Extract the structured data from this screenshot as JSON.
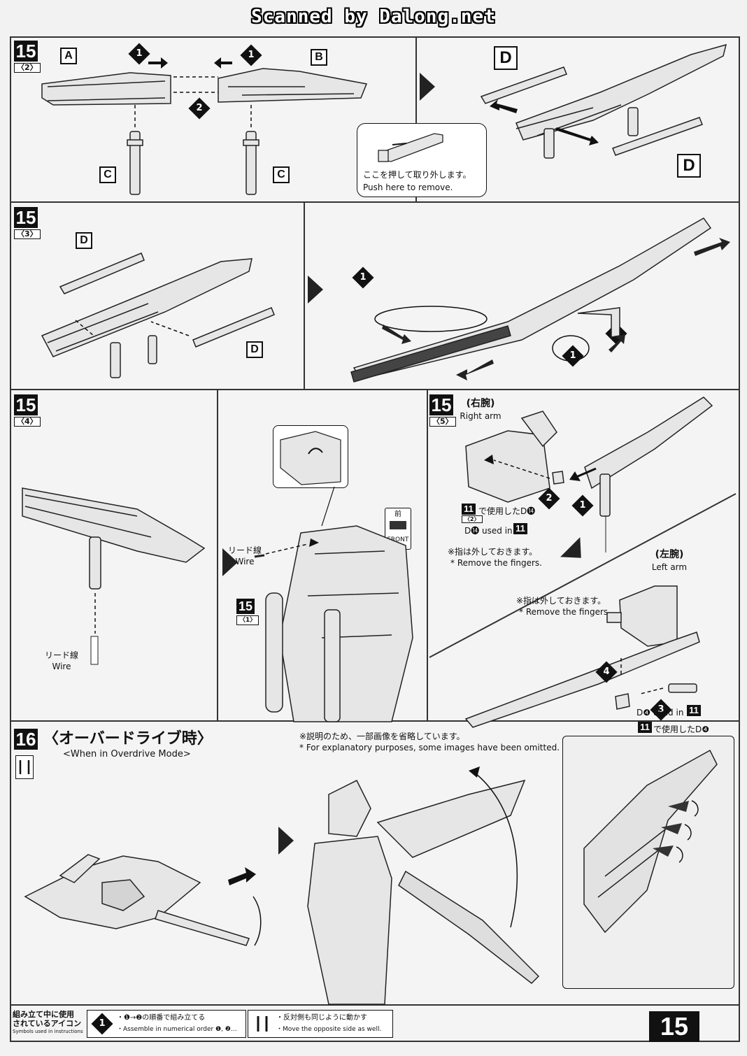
{
  "header": {
    "scan_credit": "Scanned by Dalong.net"
  },
  "steps": {
    "s15_2": {
      "number": "15",
      "sub": "〈2〉",
      "parts": [
        "A",
        "B",
        "C",
        "C",
        "D",
        "D"
      ],
      "callout_jp": "ここを押して取り外します。",
      "callout_en": "Push here to remove."
    },
    "s15_3": {
      "number": "15",
      "sub": "〈3〉",
      "parts": [
        "D",
        "D"
      ]
    },
    "s15_4": {
      "number": "15",
      "sub": "〈4〉",
      "wire_jp": "リード線",
      "wire_en": "Wire",
      "front_jp": "前",
      "front_en": "FRONT",
      "ref_num": "15",
      "ref_sub": "〈1〉"
    },
    "s15_5": {
      "number": "15",
      "sub": "〈5〉",
      "right_arm_jp": "(右腕)",
      "right_arm_en": "Right arm",
      "left_arm_jp": "(左腕)",
      "left_arm_en": "Left arm",
      "used_d14_jp": "で使用したD⓮",
      "used_d14_en": "D⓮ used in",
      "used_d4_jp": "で使用したD❹",
      "used_d4_en": "D❹ used in",
      "step_ref": "11",
      "step_ref_sub": "〈2〉",
      "fingers_jp": "※指は外しておきます。",
      "fingers_en": "* Remove the fingers."
    },
    "s16": {
      "number": "16",
      "title_jp": "〈オーバードライブ時〉",
      "title_en": "<When in Overdrive Mode>",
      "note_jp": "※説明のため、一部画像を省略しています。",
      "note_en": "* For explanatory purposes, some images have been omitted."
    }
  },
  "legend": {
    "title_jp_1": "組み立て中に使用",
    "title_jp_2": "されているアイコン",
    "title_en": "Symbols used in instructions",
    "order_jp": "・❶→❷の順番で組み立てる",
    "order_en": "・Assemble in numerical order ❶, ❷...",
    "opposite_jp": "・反対側も同じように動かす",
    "opposite_en": "・Move the opposite side as well."
  },
  "page_number": "15"
}
